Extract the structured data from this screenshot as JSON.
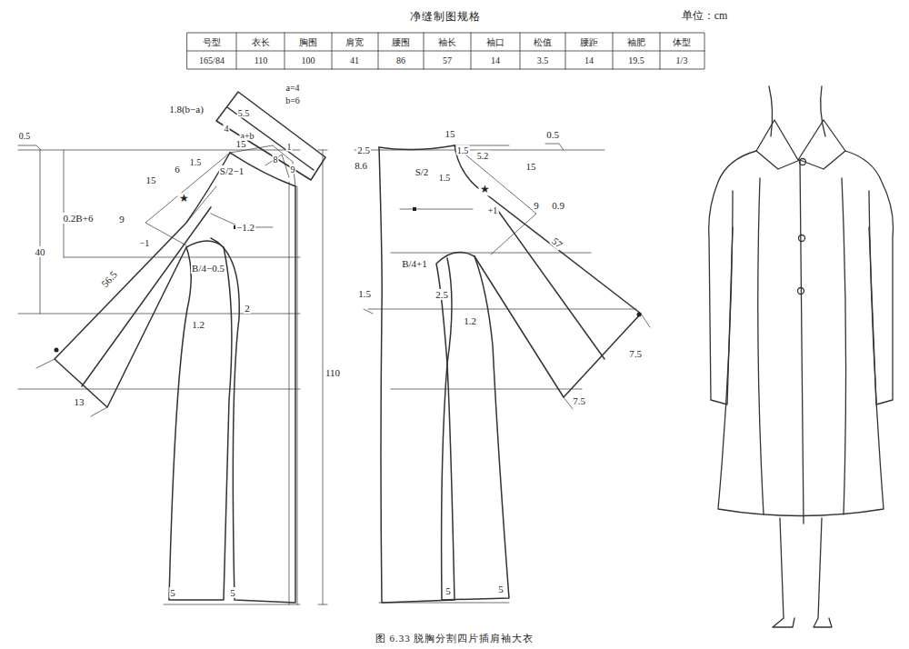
{
  "diagram": {
    "title": "净缝制图规格",
    "caption": "图 6.33  脱胸分割四片插肩袖大衣",
    "labels": [
      "单位：cm",
      "号型",
      "衣长",
      "胸围",
      "肩宽",
      "腰围",
      "袖长",
      "袖口",
      "松值",
      "腰距",
      "袖肥",
      "体型",
      "165/84",
      "110",
      "100",
      "41",
      "86",
      "57",
      "14",
      "3.5",
      "14",
      "19.5",
      "1/3",
      "1.8(b−a)",
      "a=4",
      "b=6",
      "5.5",
      "4",
      "a+b",
      "0.5",
      "15",
      "1",
      "6",
      "1.5",
      "S/2−1",
      "8",
      "9",
      "15",
      "★",
      "0.2B+6",
      "9",
      "−1.2",
      "40",
      "−1",
      "B/4−0.5",
      "56.5",
      "2",
      "1.2",
      "110",
      "13",
      "5",
      "5",
      "2.5",
      "15",
      "0.5",
      "1.5",
      "5.2",
      "15",
      "8.6",
      "S/2",
      "1.5",
      "★",
      "9",
      "0.9",
      "+1",
      "57",
      "B/4+1",
      "1.5",
      "2.5",
      "1.2",
      "7.5",
      "7.5",
      "5",
      "5"
    ]
  }
}
